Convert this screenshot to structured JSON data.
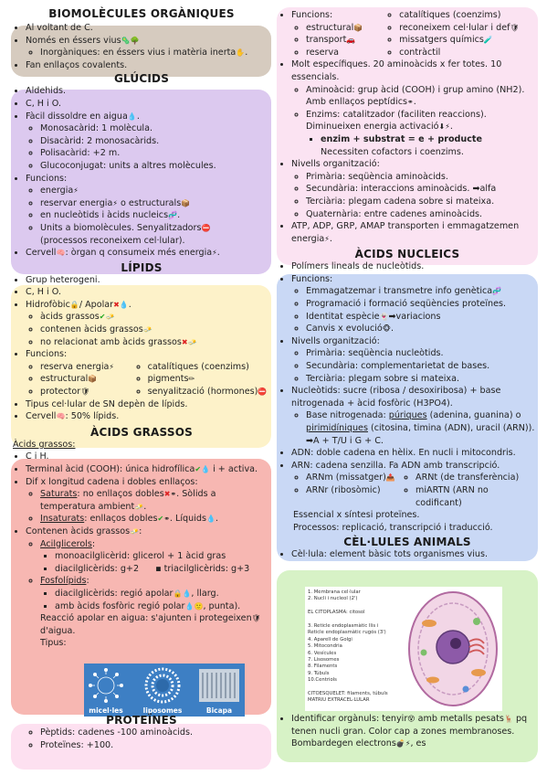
{
  "colors": {
    "bio": "#d6cbbf",
    "glucids": "#dcc9ef",
    "lipids": "#fdf2c9",
    "acids": "#f7b7b2",
    "proteines_l": "#fde0f0",
    "proteines_r": "#fbe3f2",
    "nucleics": "#c9d8f5",
    "cellules": "#d7f2c6"
  },
  "icons": {
    "virus": "virus-icon",
    "tree": "tree-icon",
    "hand": "hand-icon",
    "drop": "drop-icon",
    "lightning": "lightning-icon",
    "box": "box-icon",
    "dna": "dna-icon",
    "stop": "stop-sign-icon",
    "brain": "brain-icon",
    "lock": "lock-icon",
    "cross": "cross-icon",
    "check": "check-icon",
    "butter": "butter-icon",
    "pencil": "pencil-icon",
    "shield": "shield-icon",
    "car": "car-icon",
    "mol": "molecule-icon",
    "heart": "heart-icon",
    "down": "down-arrow-icon",
    "ghost": "ghost-icon",
    "face": "face-icon",
    "fire": "fire-icon",
    "bomb": "bomb-icon",
    "antlers": "antlers-icon"
  },
  "bio": {
    "title": "BIOMOLÈCULES ORGÀNIQUES",
    "i1": "Al voltant de C.",
    "i2": "Només en éssers vius",
    "i2a": "Inorgàniques: en éssers vius i matèria inerta",
    "i3": "Fan enllaços covalents."
  },
  "glucids": {
    "title": "GLÚCIDS",
    "i1": "Aldehids.",
    "i2": "C, H i O.",
    "i3": "Fàcil dissoldre en aigua",
    "i3a": "Monosacàrid: 1 molècula.",
    "i3b": "Disacàrid: 2 monosacàrids.",
    "i3c": "Polisacàrid: +2 m.",
    "i3d": "Glucoconjugat: units a altres molècules.",
    "i4": "Funcions:",
    "f1": "energia",
    "f2a": "reservar energia",
    "f2b": " o estructurals",
    "f3": "en nucleòtids i àcids nucleics",
    "f4": "Units a biomolècules. Senyalitzadors",
    "f4b": "(processos reconeixem cel·lular).",
    "i5a": "Cervell",
    "i5b": ": òrgan q consumeix més energia"
  },
  "lipids": {
    "title": "LÍPIDS",
    "i1": "Grup heterogeni.",
    "i2": "C, H i O.",
    "i3a": "Hidrofòbic",
    "i3b": "/ Apolar",
    "s1": "àcids grassos",
    "s2": "contenen àcids grassos",
    "s3": "no relacionat amb àcids grassos",
    "i4": "Funcions:",
    "fa": "reserva energia",
    "fb": "estructural",
    "fc": "protector",
    "fd": "catalítiques (coenzims)",
    "fe": "pigments",
    "ff": "senyalització (hormones)",
    "i5": "Tipus cel·lular de SN depèn de lípids.",
    "i6a": "Cervell",
    "i6b": ": 50% lípids."
  },
  "acids": {
    "title": "ÀCIDS GRASSOS",
    "sub": "Àcids grassos:",
    "i1": "C i H.",
    "i2a": "Terminal àcid (COOH): única hidrofílica",
    "i2b": " i + activa.",
    "i3": "Dif x longitud cadena i dobles enllaços:",
    "sat_u": "Saturats",
    "sat": ": no enllaços dobles",
    "sat2": ". Sòlids a temperatura ambient",
    "ins_u": "Insaturats",
    "ins": ": enllaços dobles",
    "ins2": ". Líquids",
    "i4": "Contenen àcids grassos",
    "acil": "Acilglicerols",
    "acil1": "monoacilglicèrid: glicerol + 1 àcid gras",
    "acil2": "diacilglicèrids: g+2",
    "acil3": "triacilglicèrids: g+3",
    "fosf": "Fosfolípids",
    "fosf1a": "diacilglicèrids: regió apolar",
    "fosf1b": ", llarg.",
    "fosf2a": "amb àcids fosfòric regió polar",
    "fosf2b": ", punta).",
    "reac": "Reacció apolar en aigua: s'ajunten i protegeixen",
    "reac2": "d'aigua.",
    "tipus": "Tipus:",
    "fig1": "micel·les",
    "fig2": "liposomes",
    "fig3": "Bicapa"
  },
  "proteines": {
    "title": "PROTEÏNES",
    "l1": "Pèptids: cadenes -100 aminoàcids.",
    "l2": "Proteïnes: +100.",
    "r_f": "Funcions:",
    "r1": "estructural",
    "r2": "transport",
    "r3": "reserva",
    "r4": "catalítiques (coenzims)",
    "r5": "reconeixem cel·lular i def",
    "r6": "missatgers químics",
    "r7": "contràctil",
    "m1": "Molt específiques. 20 aminoàcids x fer totes. 10 essencials.",
    "m1a": "Aminoàcid: grup àcid (COOH) i grup amino (NH2). Amb enllaços peptídics",
    "m1b": "Enzims: catalitzador (faciliten reaccions). Diminueixen energia activació",
    "m1c": "enzim + substrat = e + producte",
    "m1d": "Necessiten cofactors i coenzims.",
    "n": "Nivells organització:",
    "n1": "Primària: seqüència aminoàcids.",
    "n2": "Secundària: interaccions aminoàcids. ➡alfa",
    "n3": "Terciària: plegam cadena sobre si mateixa.",
    "n4": "Quaternària: entre cadenes aminoàcids.",
    "atp": "ATP, ADP, GRP, AMAP transporten i emmagatzemen energia"
  },
  "nucleics": {
    "title": "ÀCIDS NUCLEICS",
    "i1": "Polímers lineals de nucleòtids.",
    "i2": "Funcions:",
    "f1": "Emmagatzemar i transmetre info genètica",
    "f2": "Programació i formació seqüències proteïnes.",
    "f3a": "Identitat espècie",
    "f3b": "➡variacions",
    "f4a": "Canvis x evolució",
    "i3": "Nivells organització:",
    "n1": "Primària: seqüència nucleòtids.",
    "n2": "Secundària: complementarietat de bases.",
    "n3": "Terciària: plegam sobre si mateixa.",
    "i4": "Nucleòtids: sucre (ribosa / desoxiribosa) + base nitrogenada + àcid fosfòric (H3PO4).",
    "b1": "Base nitrogenada: ",
    "b1u": "púriques",
    "b1m": " (adenina, guanina) o ",
    "b1u2": "pirimidíniques",
    "b1e": " (citosina, timina (ADN), uracil (ARN)). ➡A + T/U i G + C.",
    "i5": "ADN: doble cadena en hèlix. En nucli i mitocondris.",
    "i6": "ARN: cadena senzilla. Fa ADN amb transcripció.",
    "a1": "ARNm (missatger)",
    "a2": "ARNr (ribosòmic)",
    "a3": "ARNt (de transferència)",
    "a4": "miARTN (ARN no codificant)",
    "e1": "Essencial x síntesi proteïnes.",
    "e2": "Processos: replicació, transcripció i traducció."
  },
  "cellules": {
    "title": "CÈL·LULES ANIMALS",
    "i1": "Cèl·lula: element bàsic tots organismes vius.",
    "leg": [
      "1. Membrana cel·lular",
      "2. Nucli i nucleol (2')",
      "",
      "EL CITOPLASMA: citosol",
      "",
      "3. Reticle endoplasmàtic llis i",
      "Reticle endoplasmàtic rugós (3')",
      "4. Aparell de Golgi",
      "5. Mitocondria",
      "6. Vesícules",
      "7. Lisosomes",
      "8. Filaments",
      "9. Túbuls",
      "10.Centriols",
      "",
      "CITOESQUELET: filaments, túbuls",
      "MATRIU EXTRACEL·LULAR"
    ],
    "i2a": "Identificar orgànuls: tenyir",
    "i2b": " amb metalls pesats",
    "i2c": " pq tenen nucli gran. Color cap a zones membranoses. Bombardegen electrons",
    "i2d": ", es"
  }
}
